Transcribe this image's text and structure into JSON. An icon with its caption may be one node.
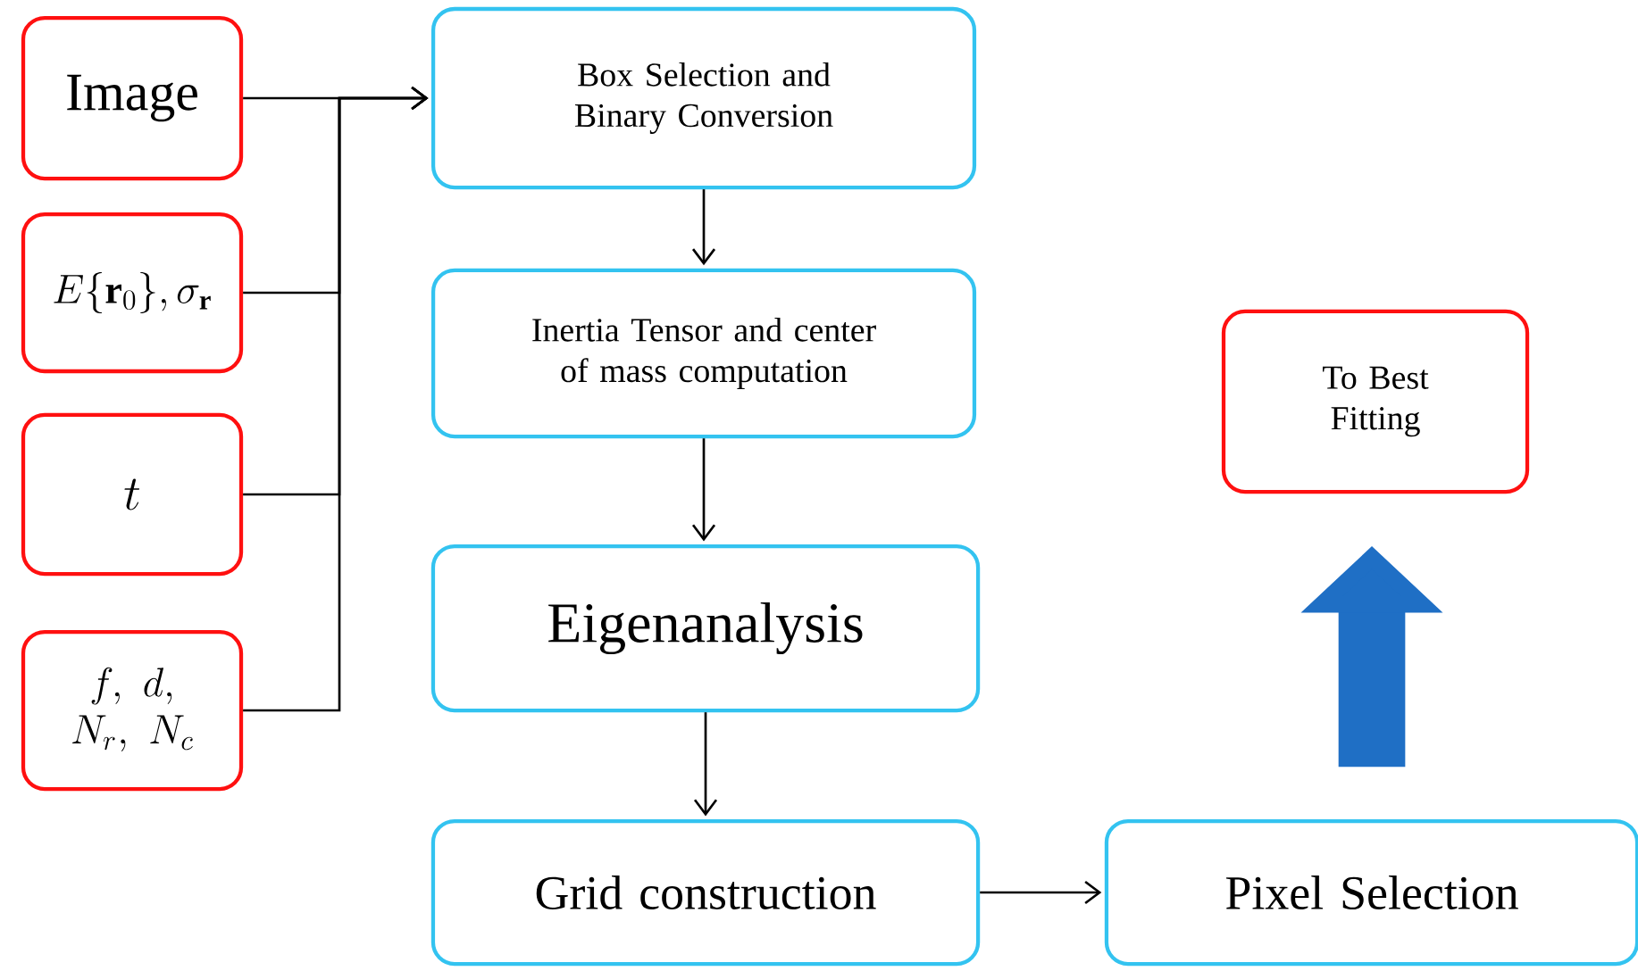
{
  "diagram": {
    "nodes": [
      {
        "text": [
          "Image"
        ]
      },
      {
        "text": [
          "E\\{\\mathbf{r}_0\\},\\sigma_{\\mathbf{r}}"
        ]
      },
      {
        "text": [
          "t"
        ]
      },
      {
        "text": [
          "\\begin{array}{c} f,\\ d,\\\\ N_r,\\ N_c \\end{array}"
        ]
      },
      {
        "text": [
          "Box Selection and Binary Conversion"
        ]
      },
      {
        "text": [
          "Inertia Tensor and center of mass computation"
        ]
      },
      {
        "text": [
          "Eigenanalysis"
        ]
      },
      {
        "text": [
          "Grid construction"
        ]
      },
      {
        "text": [
          "Pixel Selection"
        ]
      },
      {
        "text": [
          "To Best Fitting"
        ]
      }
    ],
    "edges": [
      {
        "from": 0,
        "to": 4,
        "arrow": "to"
      },
      {
        "from": 1,
        "to": 4,
        "arrow": "to"
      },
      {
        "from": 2,
        "to": 4,
        "arrow": "to"
      },
      {
        "from": 3,
        "to": 4,
        "arrow": "to"
      },
      {
        "from": 4,
        "to": 5,
        "arrow": "to"
      },
      {
        "from": 5,
        "to": 6,
        "arrow": "to"
      },
      {
        "from": 6,
        "to": 7,
        "arrow": "to"
      },
      {
        "from": 7,
        "to": 8,
        "arrow": "to"
      },
      {
        "from": 8,
        "to": 9,
        "arrow": "to",
        "style": "thick",
        "color": "#1f6fc5"
      }
    ]
  }
}
